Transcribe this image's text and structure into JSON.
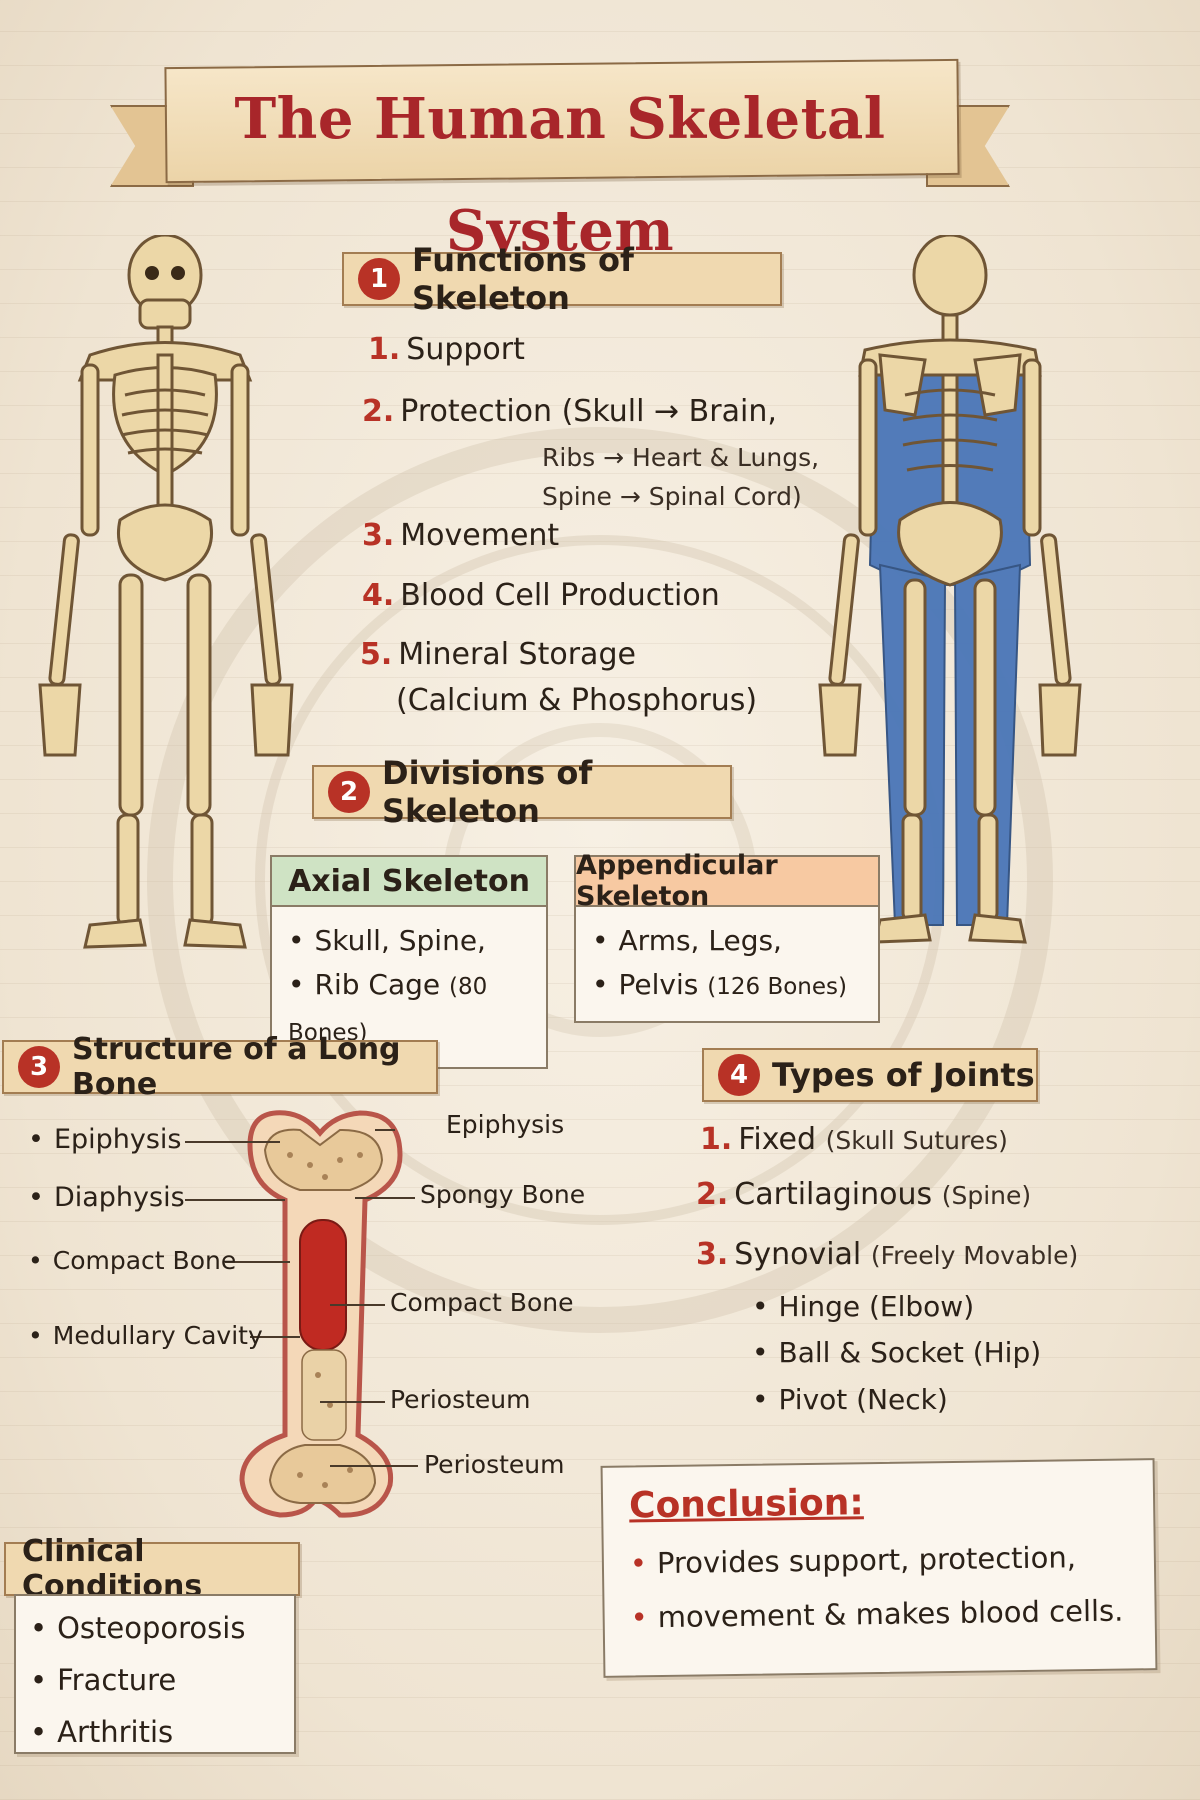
{
  "title": "The Human Skeletal System",
  "functions": {
    "number": "1",
    "title": "Functions of Skeleton",
    "items": [
      {
        "n": "1.",
        "label": "Support"
      },
      {
        "n": "2.",
        "label": "Protection (Skull → Brain,",
        "cont": [
          "Ribs → Heart & Lungs,",
          "Spine → Spinal Cord)"
        ]
      },
      {
        "n": "3.",
        "label": "Movement"
      },
      {
        "n": "4.",
        "label": "Blood Cell Production"
      },
      {
        "n": "5.",
        "label": "Mineral Storage",
        "cont": [
          "(Calcium & Phosphorus)"
        ]
      }
    ]
  },
  "divisions": {
    "number": "2",
    "title": "Divisions of Skeleton",
    "axial": {
      "title": "Axial Skeleton",
      "lines": [
        "Skull, Spine,",
        "Rib Cage"
      ],
      "count": "(80 Bones)",
      "color": "#cfe3c4"
    },
    "appendicular": {
      "title": "Appendicular Skeleton",
      "lines": [
        "Arms, Legs,",
        "Pelvis"
      ],
      "count": "(126 Bones)",
      "color": "#f7c9a2"
    }
  },
  "long_bone": {
    "number": "3",
    "title": "Structure of a Long Bone",
    "left_labels": [
      "Epiphysis",
      "Diaphysis",
      "Compact Bone",
      "Medullary Cavity"
    ],
    "right_labels": [
      "Epiphysis",
      "Spongy Bone",
      "Compact Bone",
      "Periosteum",
      "Periosteum"
    ]
  },
  "joints": {
    "number": "4",
    "title": "Types of Joints",
    "items": [
      {
        "n": "1.",
        "label": "Fixed",
        "note": "(Skull Sutures)"
      },
      {
        "n": "2.",
        "label": "Cartilaginous",
        "note": "(Spine)"
      },
      {
        "n": "3.",
        "label": "Synovial",
        "note": "(Freely Movable)"
      }
    ],
    "synovial_types": [
      "Hinge (Elbow)",
      "Ball & Socket (Hip)",
      "Pivot (Neck)"
    ]
  },
  "clinical": {
    "title": "Clinical Conditions",
    "items": [
      "Osteoporosis",
      "Fracture",
      "Arthritis"
    ]
  },
  "conclusion": {
    "title": "Conclusion:",
    "items": [
      "Provides support, protection,",
      "movement & makes blood cells."
    ]
  },
  "colors": {
    "accent_red": "#b83226",
    "title_red": "#a8262a",
    "bone": "#ecd7a7",
    "muscle_blue": "#4a76b8"
  }
}
